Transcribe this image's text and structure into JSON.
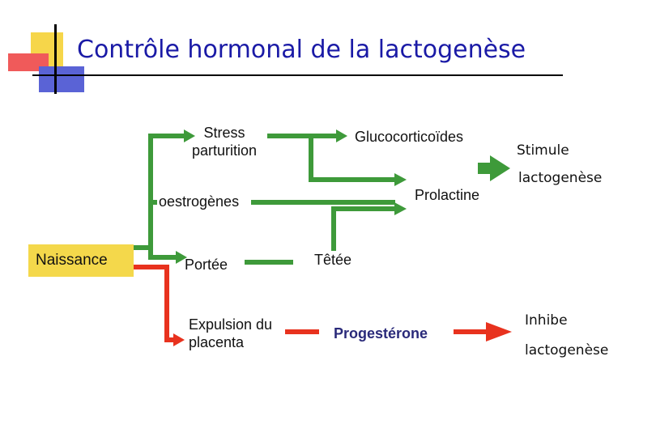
{
  "title": "Contrôle hormonal de la lactogenèse",
  "labels": {
    "stress_line1": "Stress",
    "stress_line2": "parturition",
    "glucocorticoides": "Glucocorticoïdes",
    "stimule": "Stimule",
    "lactogenese_stimule": "lactogenèse",
    "prolactine": "Prolactine",
    "oestrogenes": "oestrogènes",
    "naissance": "Naissance",
    "portee": "Portée",
    "tetee": "Têtée",
    "expulsion_line1": "Expulsion du",
    "expulsion_line2": "placenta",
    "progesterone": "Progestérone",
    "inhibe": "Inhibe",
    "lactogenese_inhibe": "lactogenèse"
  },
  "colors": {
    "stimulate": "#3e9a3a",
    "inhibit": "#e8321e",
    "title": "#1a1aa6",
    "naissance_box": "#f4d84b"
  }
}
